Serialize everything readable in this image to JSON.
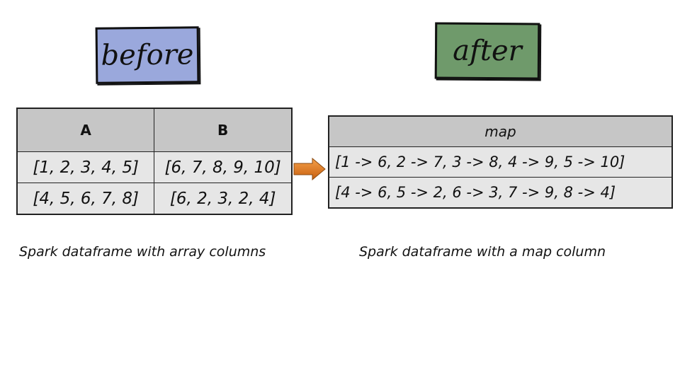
{
  "before": {
    "label": "before",
    "color": "#9aa8dc",
    "columns": [
      "A",
      "B"
    ],
    "rows": [
      [
        "[1, 2, 3, 4, 5]",
        "[6, 7, 8, 9, 10]"
      ],
      [
        "[4, 5, 6, 7, 8]",
        "[6, 2, 3, 2, 4]"
      ]
    ],
    "caption": "Spark dataframe with array columns"
  },
  "after": {
    "label": "after",
    "color": "#6f9a6b",
    "columns": [
      "map"
    ],
    "rows": [
      [
        "[1 -> 6, 2 -> 7, 3 -> 8, 4 -> 9, 5 -> 10]"
      ],
      [
        "[4 -> 6, 5 -> 2, 6 -> 3, 7 -> 9, 8 -> 4]"
      ]
    ],
    "caption": "Spark dataframe with a map column"
  },
  "arrow": {
    "icon": "right-arrow-icon",
    "color": "#e07a1a"
  }
}
